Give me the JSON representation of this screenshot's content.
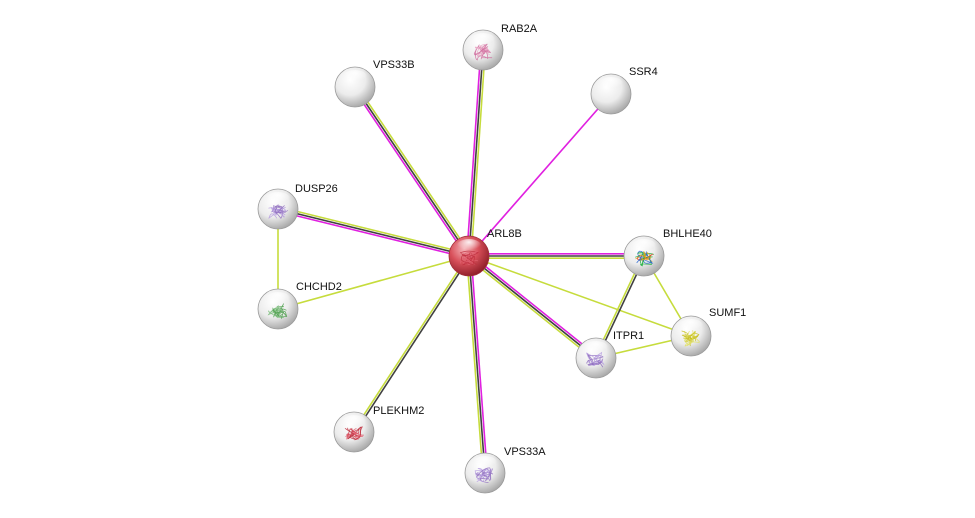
{
  "network": {
    "colors": {
      "magenta": "#e020e0",
      "yellow_green": "#c6dc3c",
      "dark": "#404040",
      "query_node": "#d8505a",
      "node": "#e6e6e6"
    },
    "nodes": [
      {
        "id": "ARL8B",
        "label": "ARL8B",
        "query": true,
        "structure": "red"
      },
      {
        "id": "RAB2A",
        "label": "RAB2A",
        "query": false,
        "structure": "pink"
      },
      {
        "id": "VPS33B",
        "label": "VPS33B",
        "query": false,
        "structure": "none"
      },
      {
        "id": "SSR4",
        "label": "SSR4",
        "query": false,
        "structure": "none"
      },
      {
        "id": "DUSP26",
        "label": "DUSP26",
        "query": false,
        "structure": "purple"
      },
      {
        "id": "CHCHD2",
        "label": "CHCHD2",
        "query": false,
        "structure": "green"
      },
      {
        "id": "BHLHE40",
        "label": "BHLHE40",
        "query": false,
        "structure": "rainbow"
      },
      {
        "id": "SUMF1",
        "label": "SUMF1",
        "query": false,
        "structure": "yellow"
      },
      {
        "id": "ITPR1",
        "label": "ITPR1",
        "query": false,
        "structure": "purple"
      },
      {
        "id": "PLEKHM2",
        "label": "PLEKHM2",
        "query": false,
        "structure": "red"
      },
      {
        "id": "VPS33A",
        "label": "VPS33A",
        "query": false,
        "structure": "purple"
      }
    ],
    "edges": [
      {
        "source": "ARL8B",
        "target": "RAB2A",
        "channels": [
          "magenta",
          "dark",
          "yellow_green"
        ]
      },
      {
        "source": "ARL8B",
        "target": "VPS33B",
        "channels": [
          "magenta",
          "dark",
          "yellow_green"
        ]
      },
      {
        "source": "ARL8B",
        "target": "SSR4",
        "channels": [
          "magenta"
        ]
      },
      {
        "source": "ARL8B",
        "target": "DUSP26",
        "channels": [
          "magenta",
          "dark",
          "yellow_green"
        ]
      },
      {
        "source": "ARL8B",
        "target": "CHCHD2",
        "channels": [
          "yellow_green"
        ]
      },
      {
        "source": "ARL8B",
        "target": "BHLHE40",
        "channels": [
          "magenta",
          "dark",
          "yellow_green"
        ]
      },
      {
        "source": "ARL8B",
        "target": "SUMF1",
        "channels": [
          "yellow_green"
        ]
      },
      {
        "source": "ARL8B",
        "target": "ITPR1",
        "channels": [
          "magenta",
          "dark",
          "yellow_green"
        ]
      },
      {
        "source": "ARL8B",
        "target": "PLEKHM2",
        "channels": [
          "dark",
          "yellow_green"
        ]
      },
      {
        "source": "ARL8B",
        "target": "VPS33A",
        "channels": [
          "magenta",
          "dark",
          "yellow_green"
        ]
      },
      {
        "source": "DUSP26",
        "target": "CHCHD2",
        "channels": [
          "yellow_green"
        ]
      },
      {
        "source": "BHLHE40",
        "target": "ITPR1",
        "channels": [
          "dark",
          "yellow_green"
        ]
      },
      {
        "source": "BHLHE40",
        "target": "SUMF1",
        "channels": [
          "yellow_green"
        ]
      },
      {
        "source": "ITPR1",
        "target": "SUMF1",
        "channels": [
          "yellow_green"
        ]
      }
    ]
  }
}
